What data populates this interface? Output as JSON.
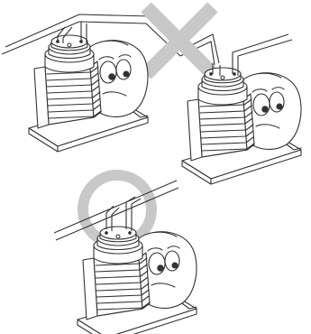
{
  "figure": {
    "symbols": {
      "incorrect": {
        "name": "cross-mark",
        "color": "#c8c8c8"
      },
      "correct": {
        "name": "circle-mark",
        "color": "#c8c8c8"
      }
    },
    "pumps": [
      {
        "id": "pump-top-left",
        "connection": "series",
        "verdict": "incorrect"
      },
      {
        "id": "pump-top-right",
        "connection": "series",
        "verdict": "incorrect"
      },
      {
        "id": "pump-bottom",
        "connection": "parallel",
        "verdict": "correct"
      }
    ],
    "colors": {
      "line": "#333333",
      "mark": "#c8c8c8",
      "background": "#ffffff"
    }
  }
}
